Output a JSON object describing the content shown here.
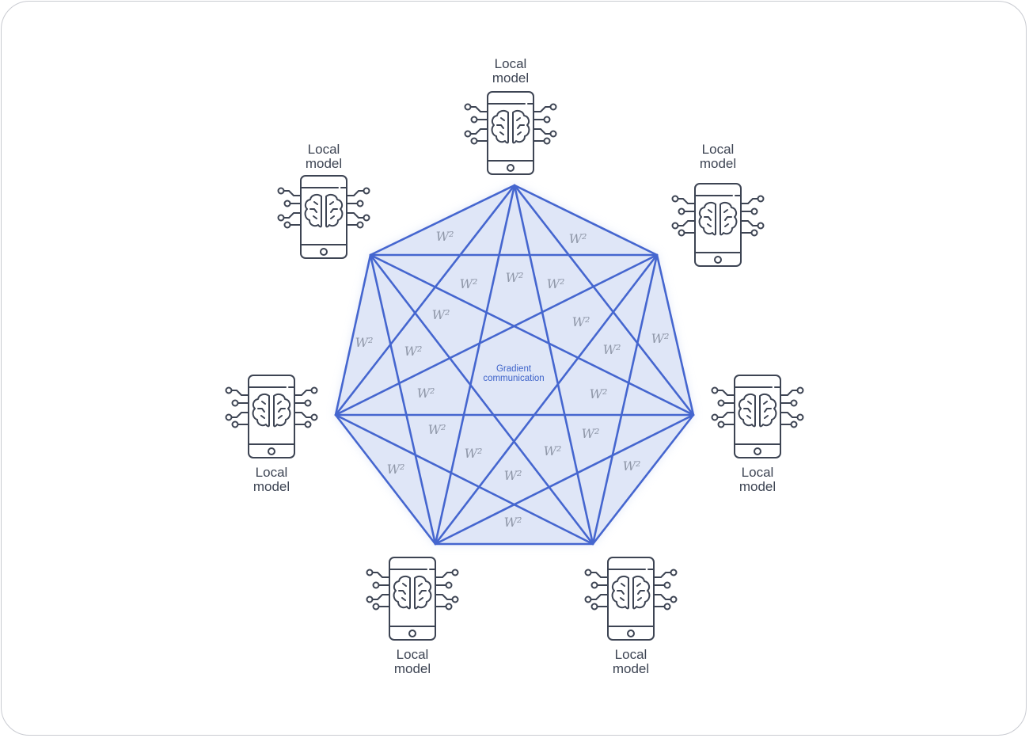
{
  "diagram": {
    "center_label": [
      "Gradient",
      "communication"
    ],
    "edge_label": "W²",
    "nodes": [
      {
        "label": [
          "Local",
          "model"
        ],
        "icon": "phone-brain-icon"
      },
      {
        "label": [
          "Local",
          "model"
        ],
        "icon": "phone-brain-icon"
      },
      {
        "label": [
          "Local",
          "model"
        ],
        "icon": "phone-brain-icon"
      },
      {
        "label": [
          "Local",
          "model"
        ],
        "icon": "phone-brain-icon"
      },
      {
        "label": [
          "Local",
          "model"
        ],
        "icon": "phone-brain-icon"
      },
      {
        "label": [
          "Local",
          "model"
        ],
        "icon": "phone-brain-icon"
      },
      {
        "label": [
          "Local",
          "model"
        ],
        "icon": "phone-brain-icon"
      }
    ],
    "colors": {
      "edge": "#4566cf",
      "fill": "#dfe6f7",
      "icon_stroke": "#3d4453",
      "text": "#3d4453",
      "edge_label": "#8f97a8"
    }
  }
}
